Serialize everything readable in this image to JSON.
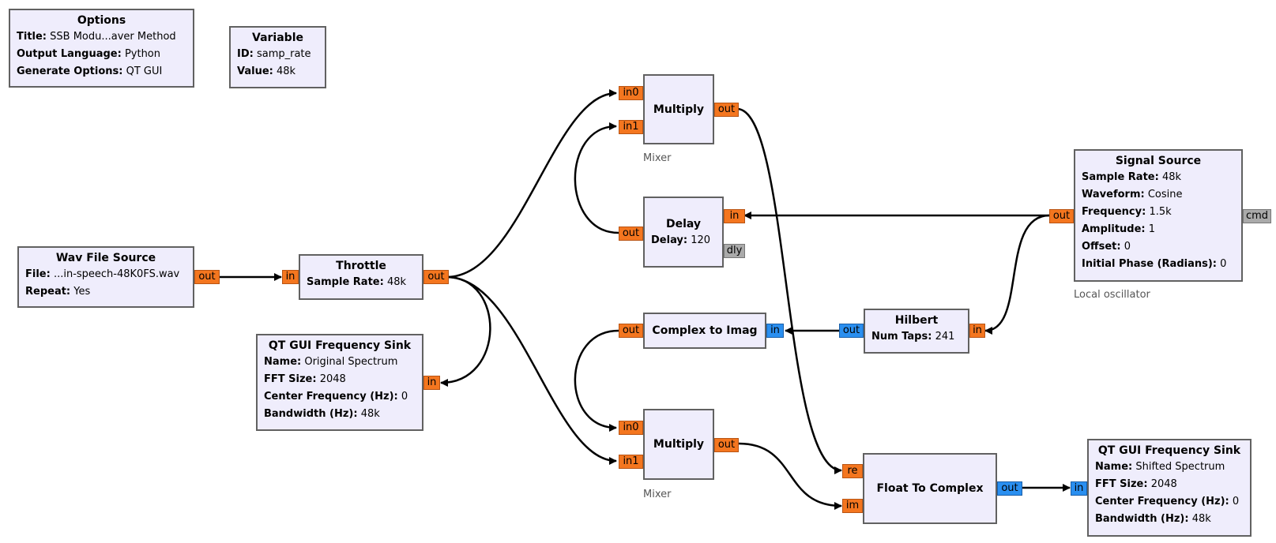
{
  "colors": {
    "block_fill": "#efedfc",
    "block_border": "#616161",
    "port_float": "#f4761f",
    "port_complex": "#2a8ff0",
    "port_message": "#aaaaaa"
  },
  "blocks": {
    "options": {
      "title": "Options",
      "params": [
        {
          "k": "Title:",
          "v": "SSB Modu...aver Method"
        },
        {
          "k": "Output Language:",
          "v": "Python"
        },
        {
          "k": "Generate Options:",
          "v": "QT GUI"
        }
      ]
    },
    "variable": {
      "title": "Variable",
      "params": [
        {
          "k": "ID:",
          "v": "samp_rate"
        },
        {
          "k": "Value:",
          "v": "48k"
        }
      ]
    },
    "wav": {
      "title": "Wav File Source",
      "params": [
        {
          "k": "File:",
          "v": "...in-speech-48K0FS.wav"
        },
        {
          "k": "Repeat:",
          "v": "Yes"
        }
      ],
      "ports": {
        "out": "out"
      }
    },
    "throttle": {
      "title": "Throttle",
      "params": [
        {
          "k": "Sample Rate:",
          "v": "48k"
        }
      ],
      "ports": {
        "in": "in",
        "out": "out"
      }
    },
    "qtsink1": {
      "title": "QT GUI Frequency Sink",
      "params": [
        {
          "k": "Name:",
          "v": "Original Spectrum"
        },
        {
          "k": "FFT Size:",
          "v": "2048"
        },
        {
          "k": "Center Frequency (Hz):",
          "v": "0"
        },
        {
          "k": "Bandwidth (Hz):",
          "v": "48k"
        }
      ],
      "ports": {
        "in": "in"
      }
    },
    "mult1": {
      "title": "Multiply",
      "comment": "Mixer",
      "ports": {
        "in0": "in0",
        "in1": "in1",
        "out": "out"
      }
    },
    "delay": {
      "title": "Delay",
      "params": [
        {
          "k": "Delay:",
          "v": "120"
        }
      ],
      "ports": {
        "in": "in",
        "out": "out",
        "dly": "dly"
      }
    },
    "c2i": {
      "title": "Complex to Imag",
      "ports": {
        "in": "in",
        "out": "out"
      }
    },
    "mult2": {
      "title": "Multiply",
      "comment": "Mixer",
      "ports": {
        "in0": "in0",
        "in1": "in1",
        "out": "out"
      }
    },
    "hilbert": {
      "title": "Hilbert",
      "params": [
        {
          "k": "Num Taps:",
          "v": "241"
        }
      ],
      "ports": {
        "in": "in",
        "out": "out"
      }
    },
    "sigsrc": {
      "title": "Signal Source",
      "comment": "Local oscillator",
      "params": [
        {
          "k": "Sample Rate:",
          "v": "48k"
        },
        {
          "k": "Waveform:",
          "v": "Cosine"
        },
        {
          "k": "Frequency:",
          "v": "1.5k"
        },
        {
          "k": "Amplitude:",
          "v": "1"
        },
        {
          "k": "Offset:",
          "v": "0"
        },
        {
          "k": "Initial Phase (Radians):",
          "v": "0"
        }
      ],
      "ports": {
        "out": "out",
        "cmd": "cmd"
      }
    },
    "f2c": {
      "title": "Float To Complex",
      "ports": {
        "re": "re",
        "im": "im",
        "out": "out"
      }
    },
    "qtsink2": {
      "title": "QT GUI Frequency Sink",
      "params": [
        {
          "k": "Name:",
          "v": "Shifted Spectrum"
        },
        {
          "k": "FFT Size:",
          "v": "2048"
        },
        {
          "k": "Center Frequency (Hz):",
          "v": "0"
        },
        {
          "k": "Bandwidth (Hz):",
          "v": "48k"
        }
      ],
      "ports": {
        "in": "in"
      }
    }
  }
}
